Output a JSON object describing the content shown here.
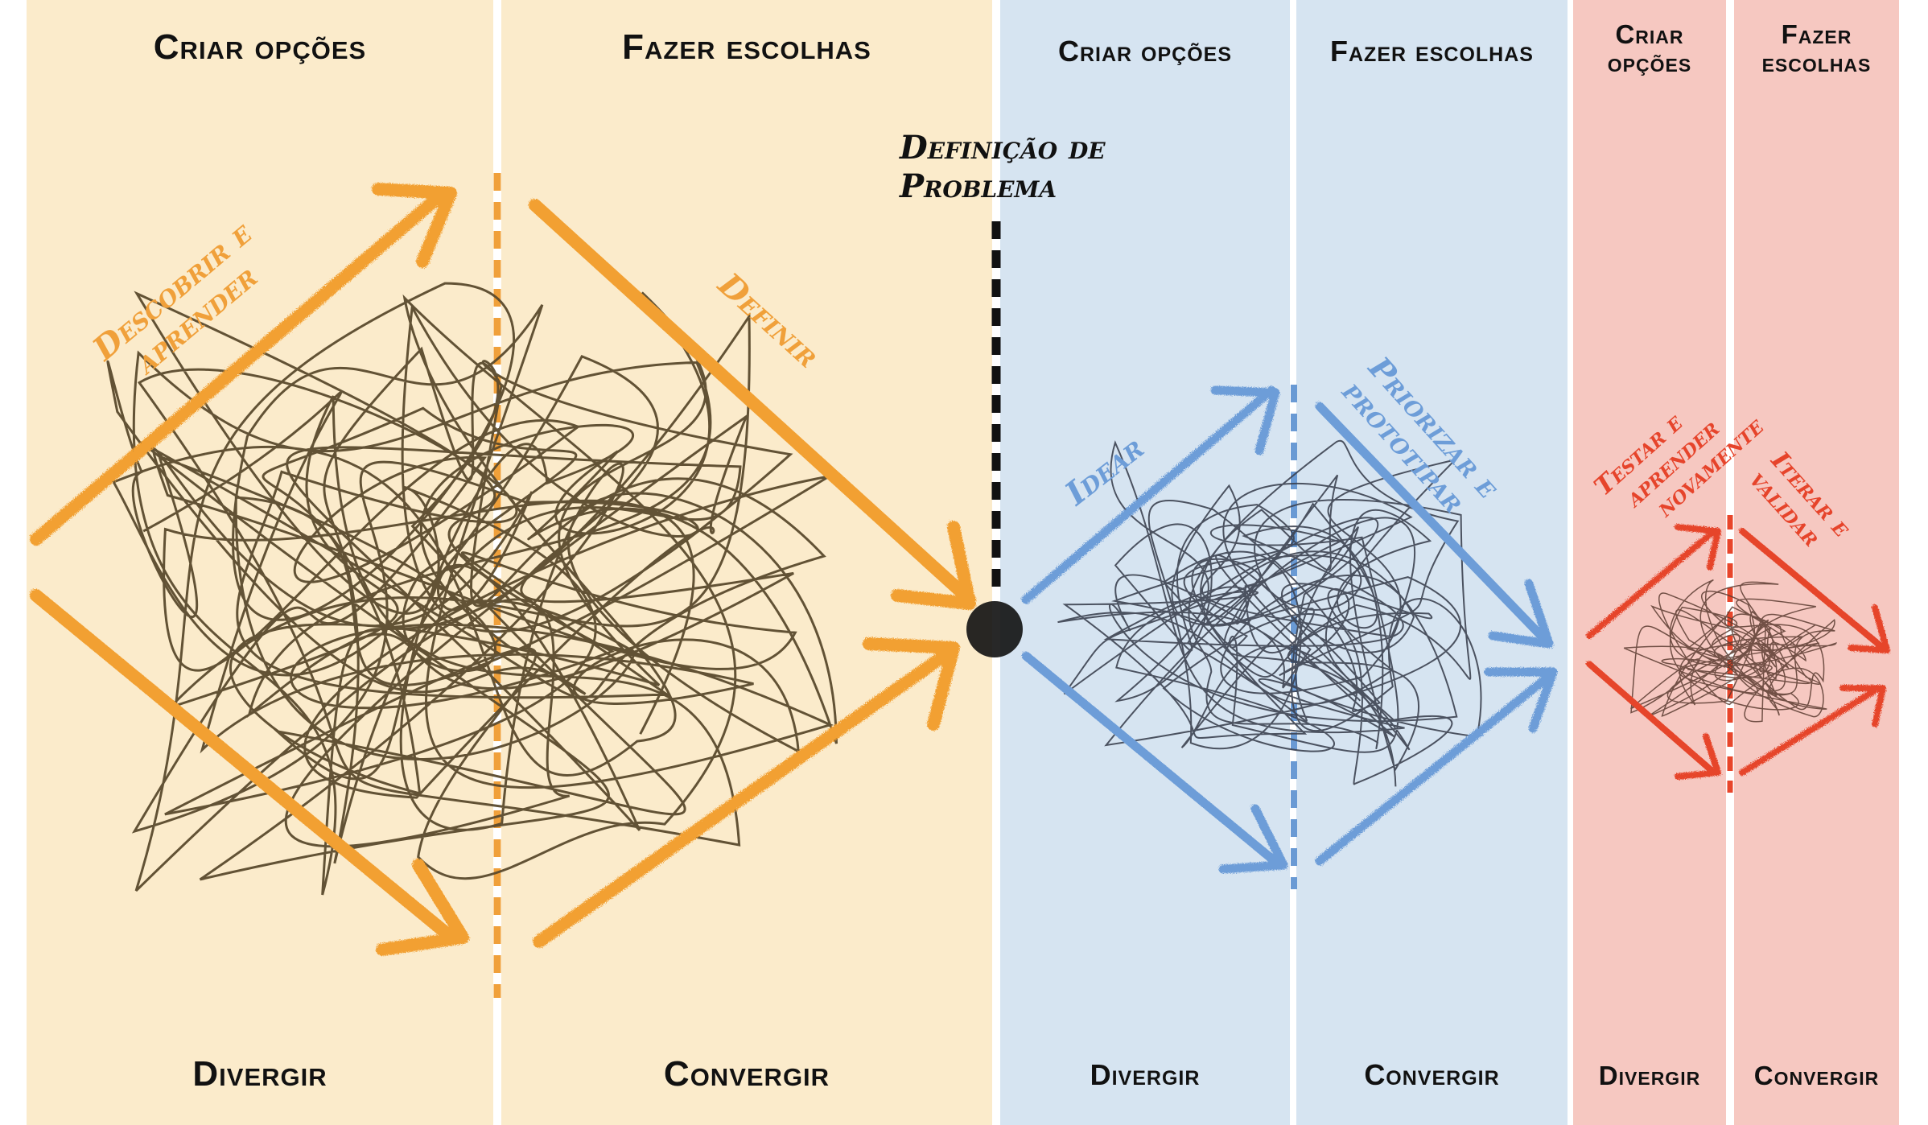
{
  "headers": {
    "criar_1": "Criar opções",
    "fazer_1": "Fazer escolhas",
    "criar_2": "Criar opções",
    "fazer_2": "Fazer escolhas",
    "criar_3_line1": "Criar",
    "criar_3_line2": "opções",
    "fazer_3_line1": "Fazer",
    "fazer_3_line2": "escolhas"
  },
  "footers": {
    "divergir_1": "Divergir",
    "convergir_1": "Convergir",
    "divergir_2": "Divergir",
    "convergir_2": "Convergir",
    "divergir_3": "Divergir",
    "convergir_3": "Convergir"
  },
  "labels": {
    "problem_line1": "Definição de",
    "problem_line2": "Problema",
    "discover_line1": "Descobrir e",
    "discover_line2": "aprender",
    "define": "Definir",
    "ideate": "Idear",
    "prioritize_line1": "Priorizar e",
    "prioritize_line2": "prototipar",
    "test_line1": "Testar e",
    "test_line2": "aprender",
    "test_line3": "novamente",
    "iterate_line1": "Iterar e",
    "iterate_line2": "validar"
  },
  "colors": {
    "phase1_background": "#fbebcb",
    "phase2_background": "#d6e4f1",
    "phase3_background": "#f6c8c1",
    "phase1_accent": "#f2a030",
    "phase2_accent": "#6d9dd8",
    "phase3_accent": "#e6442b",
    "scribble_phase1": "#5a4a2c",
    "scribble_phase2": "#3c4150",
    "scribble_phase3": "#5a3b30"
  }
}
